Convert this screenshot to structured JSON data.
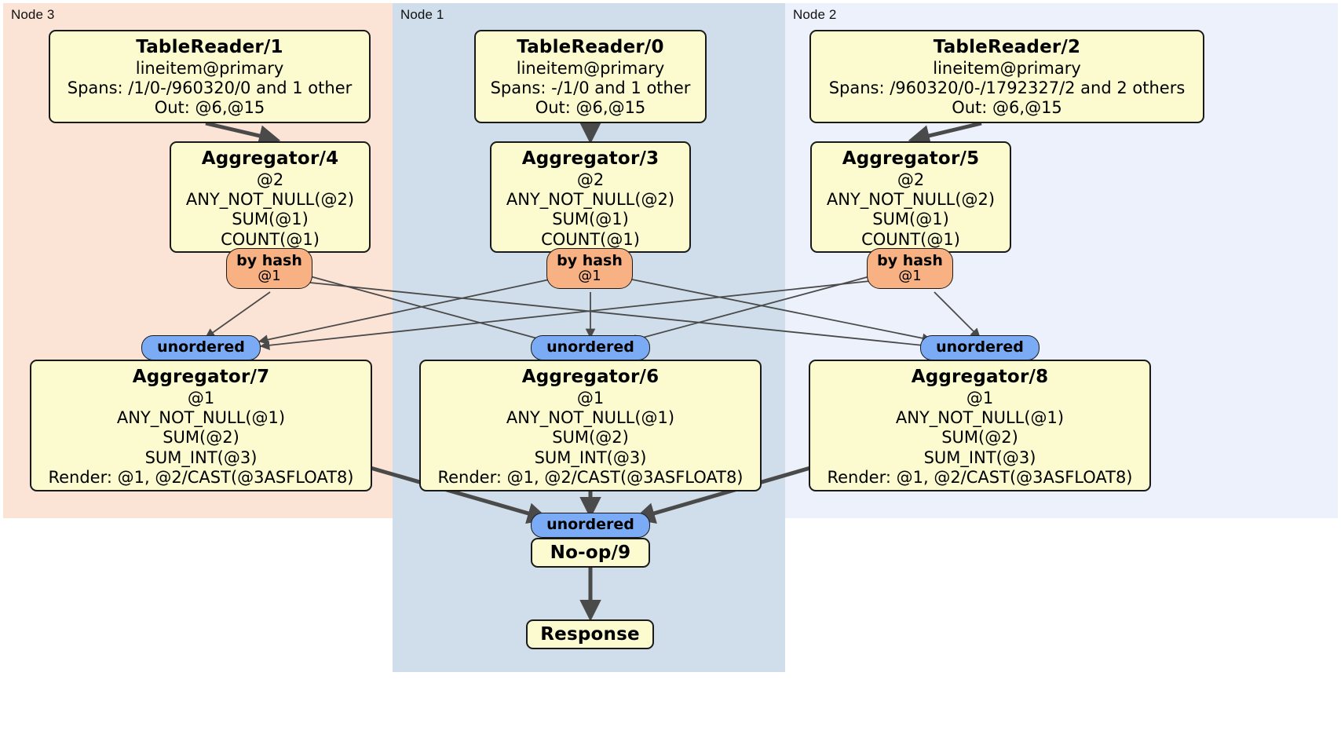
{
  "diagram": {
    "type": "distributed-query-plan",
    "title": "",
    "colors": {
      "node_bg_3": "#fbe3d6",
      "node_bg_1": "#cfdeea",
      "node_bg_2": "#ecf1fb",
      "processor_fill": "#fbfbcf",
      "processor_border": "#1a1a1a",
      "hash_router_fill": "#f7b183",
      "unordered_router_fill": "#7babf4",
      "edge_color": "#4a4a4a"
    }
  },
  "partitions": [
    {
      "id": "node3",
      "label": "Node 3"
    },
    {
      "id": "node1",
      "label": "Node 1"
    },
    {
      "id": "node2",
      "label": "Node 2"
    }
  ],
  "processors": {
    "table_reader_1": {
      "title": "TableReader/1",
      "lines": [
        "lineitem@primary",
        "Spans: /1/0-/960320/0 and 1 other",
        "Out: @6,@15"
      ]
    },
    "table_reader_0": {
      "title": "TableReader/0",
      "lines": [
        "lineitem@primary",
        "Spans: -/1/0 and 1 other",
        "Out: @6,@15"
      ]
    },
    "table_reader_2": {
      "title": "TableReader/2",
      "lines": [
        "lineitem@primary",
        "Spans: /960320/0-/1792327/2 and 2 others",
        "Out: @6,@15"
      ]
    },
    "aggregator_4": {
      "title": "Aggregator/4",
      "lines": [
        "@2",
        "ANY_NOT_NULL(@2)",
        "SUM(@1)",
        "COUNT(@1)"
      ]
    },
    "aggregator_3": {
      "title": "Aggregator/3",
      "lines": [
        "@2",
        "ANY_NOT_NULL(@2)",
        "SUM(@1)",
        "COUNT(@1)"
      ]
    },
    "aggregator_5": {
      "title": "Aggregator/5",
      "lines": [
        "@2",
        "ANY_NOT_NULL(@2)",
        "SUM(@1)",
        "COUNT(@1)"
      ]
    },
    "aggregator_7": {
      "title": "Aggregator/7",
      "lines": [
        "@1",
        "ANY_NOT_NULL(@1)",
        "SUM(@2)",
        "SUM_INT(@3)",
        "Render: @1, @2/CAST(@3ASFLOAT8)"
      ]
    },
    "aggregator_6": {
      "title": "Aggregator/6",
      "lines": [
        "@1",
        "ANY_NOT_NULL(@1)",
        "SUM(@2)",
        "SUM_INT(@3)",
        "Render: @1, @2/CAST(@3ASFLOAT8)"
      ]
    },
    "aggregator_8": {
      "title": "Aggregator/8",
      "lines": [
        "@1",
        "ANY_NOT_NULL(@1)",
        "SUM(@2)",
        "SUM_INT(@3)",
        "Render: @1, @2/CAST(@3ASFLOAT8)"
      ]
    },
    "noop_9": {
      "title": "No-op/9",
      "lines": []
    },
    "response": {
      "title": "Response",
      "lines": []
    }
  },
  "routers": {
    "hash_left": {
      "kind": "by hash",
      "column": "@1"
    },
    "hash_center": {
      "kind": "by hash",
      "column": "@1"
    },
    "hash_right": {
      "kind": "by hash",
      "column": "@1"
    },
    "unordered_left": {
      "kind": "unordered"
    },
    "unordered_center": {
      "kind": "unordered"
    },
    "unordered_right": {
      "kind": "unordered"
    },
    "unordered_final": {
      "kind": "unordered"
    }
  }
}
